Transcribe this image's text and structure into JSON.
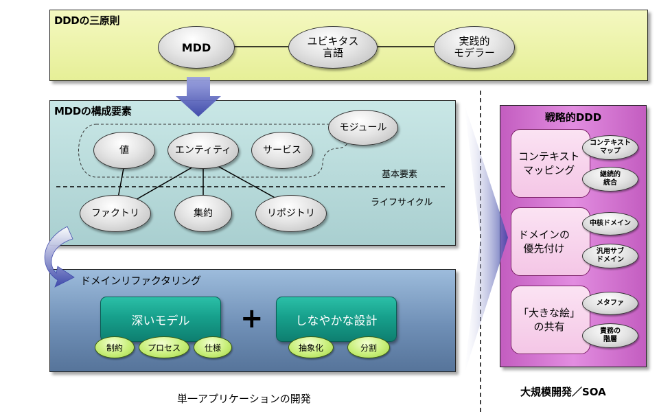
{
  "principles": {
    "title": "DDDの三原則",
    "nodes": [
      "MDD",
      "ユビキタス\n言語",
      "実践的\nモデラー"
    ]
  },
  "mdd": {
    "title": "MDDの構成要素",
    "module": "モジュール",
    "basic_nodes": [
      "値",
      "エンティティ",
      "サービス"
    ],
    "lifecycle_nodes": [
      "ファクトリ",
      "集約",
      "リポジトリ"
    ],
    "basic_label": "基本要素",
    "lifecycle_label": "ライフサイクル"
  },
  "refactoring": {
    "title": "ドメインリファクタリング",
    "deep_model": "深いモデル",
    "plus": "+",
    "supple_design": "しなやかな設計",
    "deep_tags": [
      "制約",
      "プロセス",
      "仕様"
    ],
    "supple_tags": [
      "抽象化",
      "分割"
    ]
  },
  "strategic": {
    "title": "戦略的DDD",
    "groups": [
      {
        "label": "コンテキスト\nマッピング",
        "items": [
          "コンテキスト\nマップ",
          "継続的\n統合"
        ]
      },
      {
        "label": "ドメインの\n優先付け",
        "items": [
          "中核ドメイン",
          "汎用サブ\nドメイン"
        ]
      },
      {
        "label": "「大きな絵」\nの共有",
        "items": [
          "メタファ",
          "責務の\n階層"
        ]
      }
    ]
  },
  "captions": {
    "left": "単一アプリケーションの開発",
    "right": "大規模開発／SOA"
  },
  "colors": {
    "principles_bg": "#eef5a8",
    "mdd_bg": "#b7dcdc",
    "refactoring_bg": "#8fb0d2",
    "strategic_bg": "#d476d0",
    "arrow": "#4d55b0"
  }
}
